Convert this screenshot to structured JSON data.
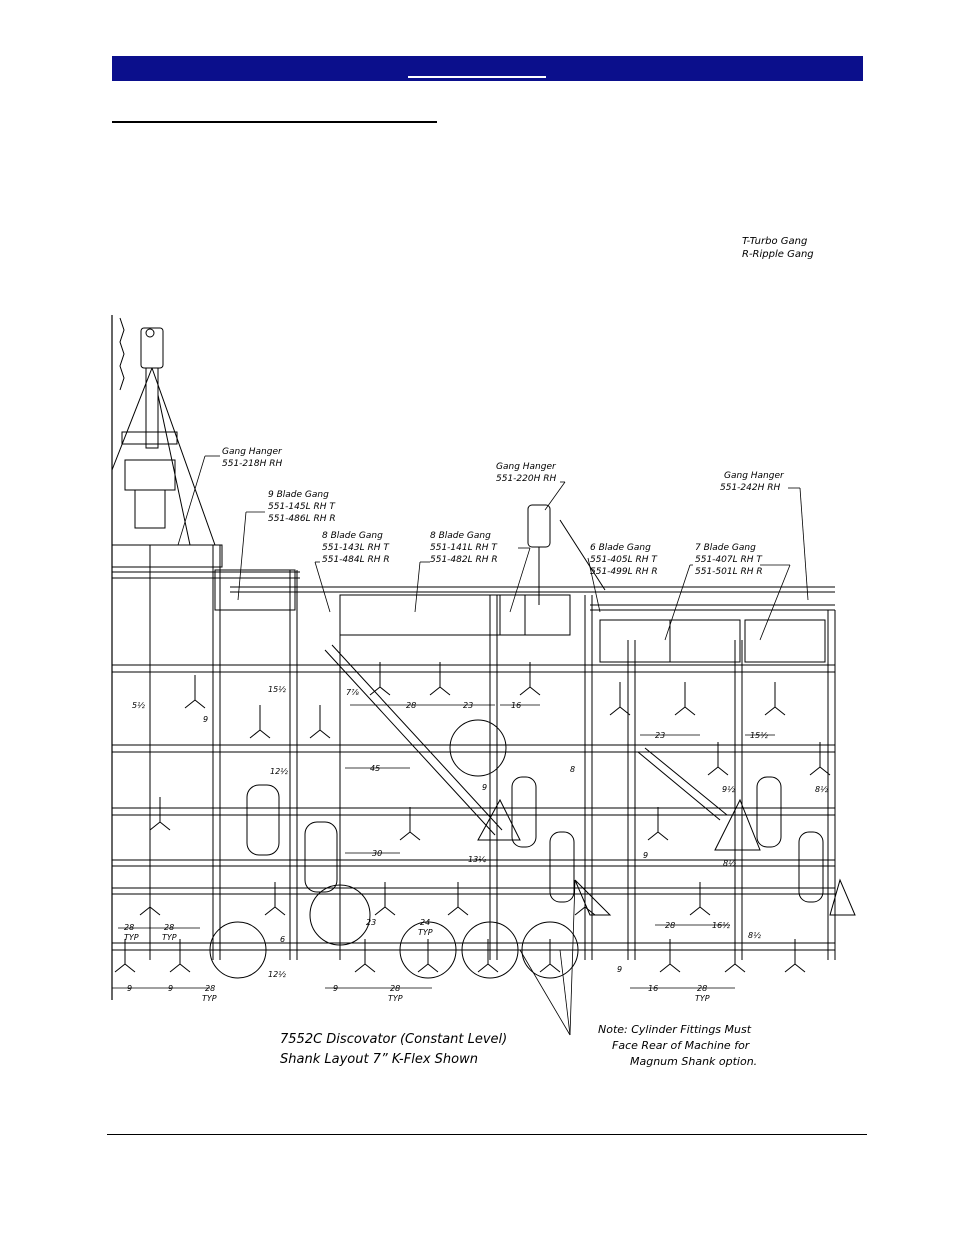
{
  "legend": {
    "turbo": "T-Turbo Gang",
    "ripple": "R-Ripple Gang"
  },
  "callouts": {
    "hanger_left": [
      "Gang Hanger",
      "551-218H RH"
    ],
    "hanger_mid": [
      "Gang Hanger",
      "551-220H RH"
    ],
    "hanger_right": [
      "Gang Hanger",
      "551-242H RH"
    ],
    "gang9": [
      "9 Blade Gang",
      "551-145L RH T",
      "551-486L RH R"
    ],
    "gang8a": [
      "8 Blade Gang",
      "551-143L RH T",
      "551-484L RH R"
    ],
    "gang8b": [
      "8 Blade Gang",
      "551-141L RH T",
      "551-482L RH R"
    ],
    "gang6": [
      "6 Blade Gang",
      "551-405L RH T",
      "551-499L RH R"
    ],
    "gang7": [
      "7 Blade Gang",
      "551-407L RH T",
      "551-501L RH R"
    ]
  },
  "dimensions": {
    "d15_half_a": "15½",
    "d5_half": "5½",
    "d9_a": "9",
    "d7_eighth": "7⅞",
    "d28_a": "28",
    "d23_a": "23",
    "d16_a": "16",
    "d23_b": "23",
    "d15_half_b": "15½",
    "d45": "45",
    "d12_half_a": "12½",
    "d8_a": "8",
    "d9_b": "9",
    "d9_half": "9½",
    "d8_half_a": "8½",
    "d30": "30",
    "d13_quarter": "13¼",
    "d9_c": "9",
    "d8_half_b": "8½",
    "d28_typ_a": "28",
    "typ_a": "TYP",
    "d28_typ_b": "28",
    "typ_b": "TYP",
    "d23_c": "23",
    "d24_typ": "24",
    "typ_c": "TYP",
    "d6": "6",
    "d12_half_b": "12½",
    "d28_b": "28",
    "d16_half": "16½",
    "d8_half_c": "8½",
    "b9_a": "9",
    "b9_b": "9",
    "b28_typ_a": "28",
    "btyp_a": "TYP",
    "b9_c": "9",
    "b28_typ_b": "28",
    "btyp_b": "TYP",
    "b9_d": "9",
    "b16": "16",
    "b28_typ_c": "28",
    "btyp_c": "TYP"
  },
  "caption": {
    "line1": "7552C Discovator (Constant Level)",
    "line2": "Shank Layout 7”   K-Flex Shown"
  },
  "note": {
    "line1": "Note:  Cylinder Fittings Must",
    "line2": "Face Rear of Machine for",
    "line3": "Magnum Shank option."
  },
  "colors": {
    "header": "#0b0f8c"
  }
}
